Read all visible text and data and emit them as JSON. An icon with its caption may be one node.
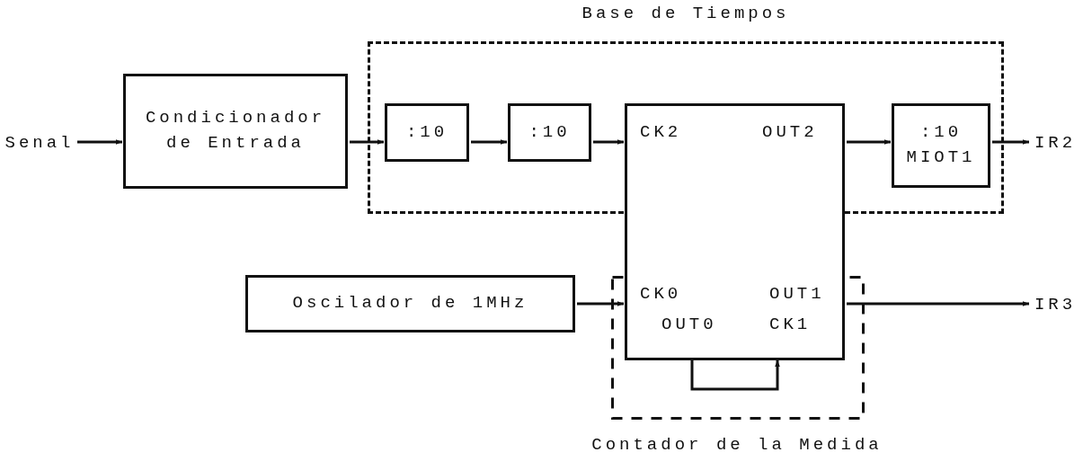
{
  "diagram": {
    "nodes": [
      {
        "text": [
          "Base de Tiempos"
        ]
      },
      {
        "text": [
          "Senal"
        ]
      },
      {
        "text": [
          "Condicionador de Entrada"
        ]
      },
      {
        "text": [
          ":10"
        ],
        "in": 0
      },
      {
        "text": [
          ":10"
        ],
        "in": 0
      },
      {
        "text": [
          "CK2",
          "OUT2",
          "CK0",
          "OUT1",
          "OUT0",
          "CK1"
        ]
      },
      {
        "text": [
          ":10",
          "MIOT1"
        ],
        "in": 0
      },
      {
        "text": [
          "IR2"
        ]
      },
      {
        "text": [
          "Oscilador de 1MHz"
        ]
      },
      {
        "text": [
          "IR3"
        ]
      }
    ],
    "edges": [
      {
        "from": 1,
        "to": 2,
        "arrow": "to"
      },
      {
        "from": 2,
        "to": 3,
        "arrow": "to"
      },
      {
        "from": 3,
        "to": 4,
        "arrow": "to"
      },
      {
        "from": 4,
        "to": 5,
        "arrow": "to"
      },
      {
        "from": 5,
        "to": 6,
        "arrow": "to"
      },
      {
        "from": 6,
        "to": 7,
        "arrow": "to"
      },
      {
        "from": 8,
        "to": 5,
        "arrow": "to"
      },
      {
        "from": 5,
        "to": 9,
        "arrow": "to"
      },
      {
        "from": 5,
        "to": 5,
        "arrow": "to"
      }
    ],
    "labels": [
      "Contador de la Medida"
    ]
  }
}
